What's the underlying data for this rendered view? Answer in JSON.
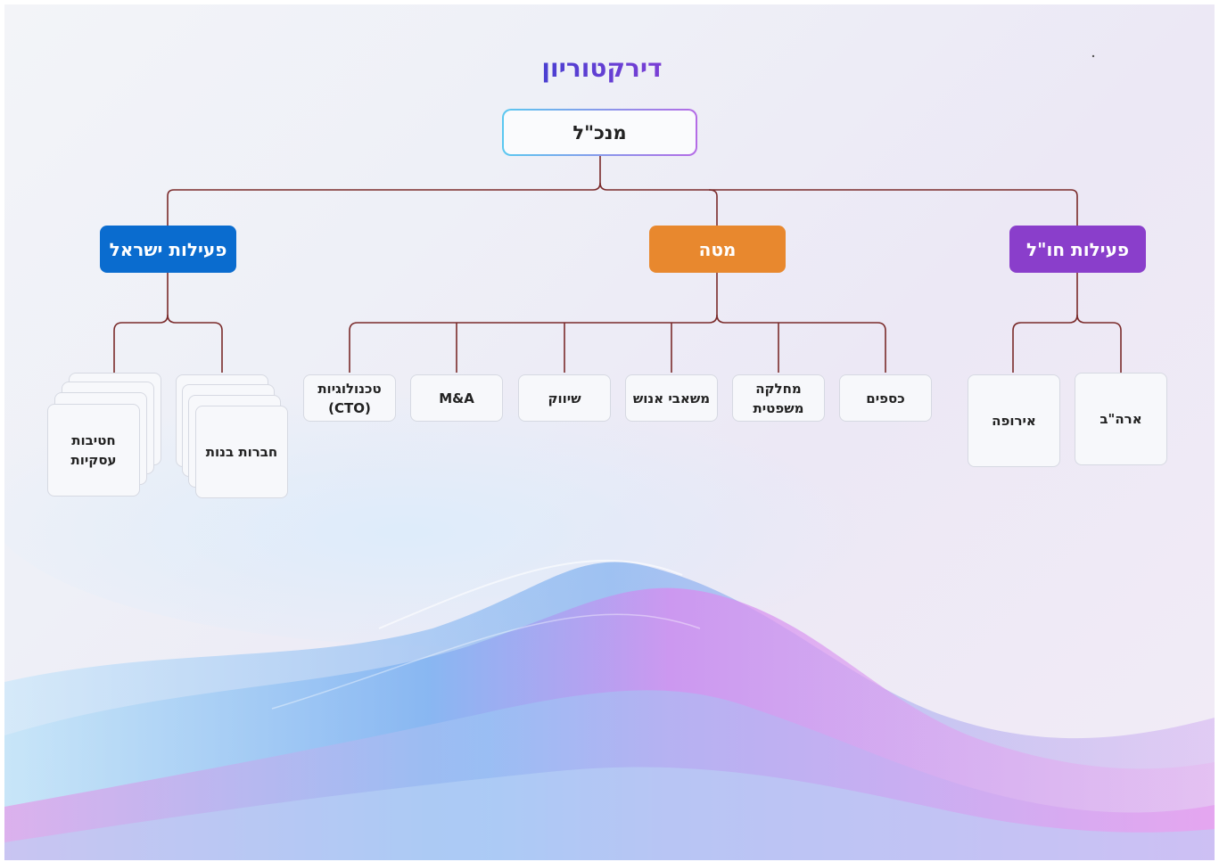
{
  "title": "דירקטוריון",
  "root": "מנכ\"ל",
  "branches": {
    "israel": {
      "label": "פעילות ישראל",
      "color": "#0a6ccf"
    },
    "staff": {
      "label": "מטה",
      "color": "#e8882e"
    },
    "abroad": {
      "label": "פעילות חו\"ל",
      "color": "#8a3ecb"
    }
  },
  "israel_children": [
    {
      "label": "חטיבות עסקיות"
    },
    {
      "label": "חברות בנות"
    }
  ],
  "staff_children": [
    {
      "label": "טכנולוגיות (CTO)"
    },
    {
      "label": "M&A"
    },
    {
      "label": "שיווק"
    },
    {
      "label": "משאבי אנוש"
    },
    {
      "label": "מחלקה משפטית"
    },
    {
      "label": "כספים"
    }
  ],
  "abroad_children": [
    {
      "label": "אירופה"
    },
    {
      "label": "ארה\"ב"
    }
  ],
  "connector_color": "#7a2a2a"
}
